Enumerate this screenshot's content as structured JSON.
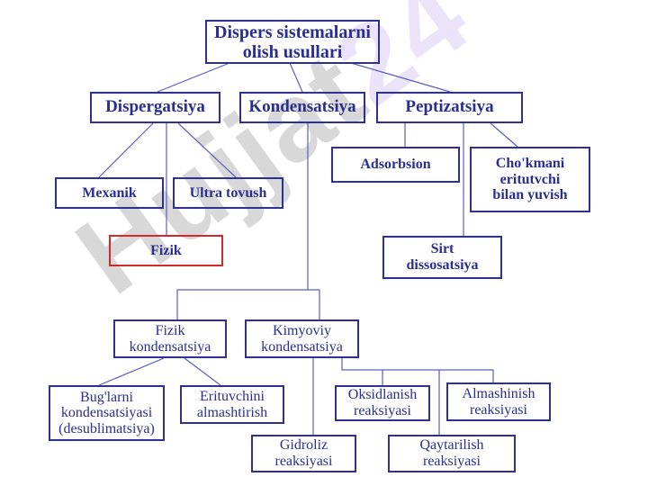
{
  "colors": {
    "box_border": "#2e3192",
    "text": "#2a2f8f",
    "highlight_border": "#d02a2a",
    "watermark": "#b9b9b9",
    "watermark_accent": "#d9c8f6"
  },
  "watermark": {
    "text": "Hujjat",
    "accent": "24"
  },
  "nodes": {
    "root": "Dispers sistemalarni\nolish usullari",
    "dispergatsiya": "Dispergatsiya",
    "kondensatsiya": "Kondensatsiya",
    "peptizatsiya": "Peptizatsiya",
    "mexanik": "Mexanik",
    "ultra_tovush": "Ultra tovush",
    "fizik": "Fizik",
    "adsorbsion": "Adsorbsion",
    "chokmani": "Cho'kmani\neritutvchi\nbilan yuvish",
    "sirt": "Sirt\ndissosatsiya",
    "fizik_kond": "Fizik\nkondensatsiya",
    "kimyoviy_kond": "Kimyoviy\nkondensatsiya",
    "buglarni": "Bug'larni\nkondensatsiyasi\n(desublimatsiya)",
    "erituvchini": "Erituvchini\nalmashtirish",
    "oksidlanish": "Oksidlanish\nreaksiyasi",
    "almashinish": "Almashinish\nreaksiyasi",
    "gidroliz": "Gidroliz\nreaksiyasi",
    "qaytarilish": "Qaytarilish\nreaksiyasi"
  }
}
